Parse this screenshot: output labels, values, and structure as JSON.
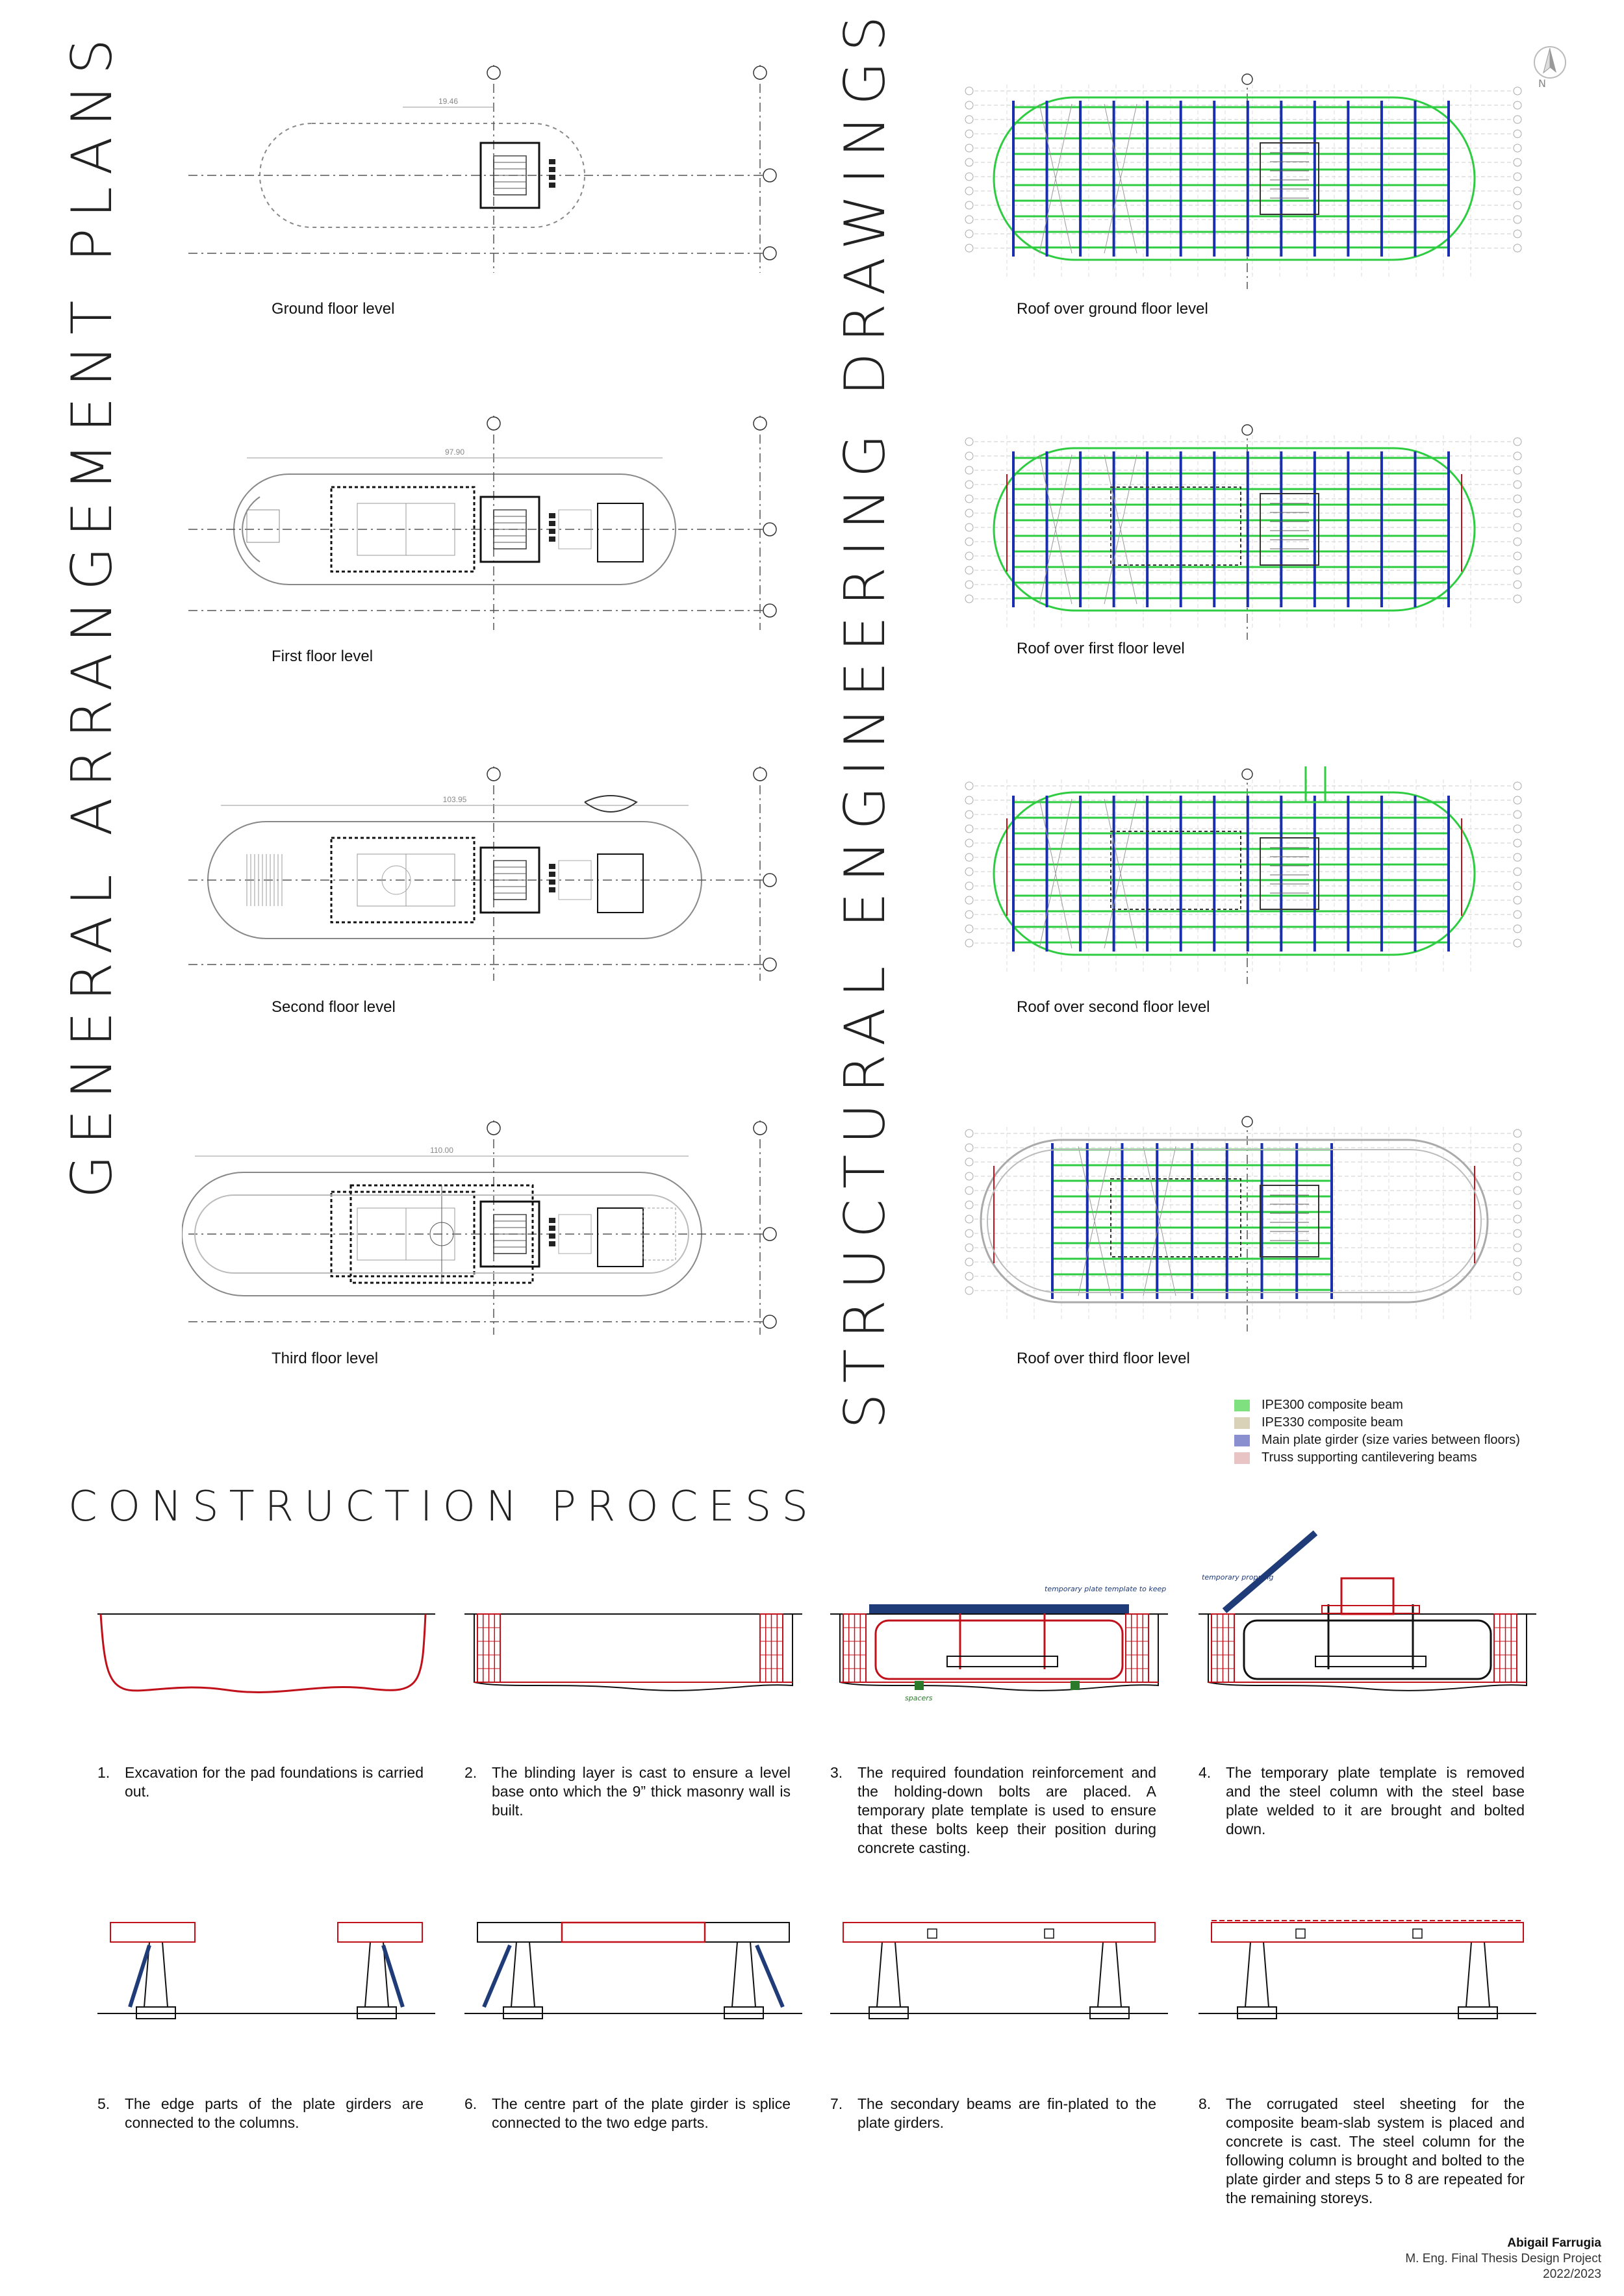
{
  "titles": {
    "general": "GENERAL ARRANGEMENT PLANS",
    "structural": "STRUCTURAL ENGINEERING DRAWINGS",
    "construction": "CONSTRUCTION PROCESS"
  },
  "compass": {
    "label": "N"
  },
  "ga_plans": [
    {
      "caption": "Ground floor level",
      "dimension": "19.46"
    },
    {
      "caption": "First floor level",
      "dimension": "97.90"
    },
    {
      "caption": "Second floor level",
      "dimension": "103.95"
    },
    {
      "caption": "Third floor level",
      "dimension": "110.00"
    }
  ],
  "se_plans": [
    {
      "caption": "Roof over ground floor level"
    },
    {
      "caption": "Roof over first floor level"
    },
    {
      "caption": "Roof over second floor level"
    },
    {
      "caption": "Roof over third floor level"
    }
  ],
  "legend": [
    {
      "label": "IPE300 composite beam",
      "color": "#7fe07f"
    },
    {
      "label": "IPE330 composite beam",
      "color": "#d9d2b8"
    },
    {
      "label": "Main plate girder (size varies between floors)",
      "color": "#8a8fd0"
    },
    {
      "label": "Truss supporting cantilevering beams",
      "color": "#e8c4c4"
    }
  ],
  "colors": {
    "green": "#2ecc40",
    "blue": "#1a2fb0",
    "red": "#c0101a",
    "navy": "#1f3b78",
    "grey": "#9a9a9a"
  },
  "annotations": {
    "template": "temporary plate template to keep holding-down bolts in place",
    "spacers": "spacers",
    "propping": "temporary propping"
  },
  "steps": [
    {
      "num": "1.",
      "text": "Excavation for the pad foundations is carried out."
    },
    {
      "num": "2.",
      "text": "The blinding layer is cast to ensure a level base onto which the 9” thick masonry wall is built."
    },
    {
      "num": "3.",
      "text": "The required foundation reinforcement and the holding-down bolts are placed. A temporary plate template is used to ensure that these bolts keep their position during concrete casting."
    },
    {
      "num": "4.",
      "text": "The temporary plate template is removed and the steel column with the steel base plate welded to it are brought and bolted down."
    },
    {
      "num": "5.",
      "text": "The edge parts of the plate girders are connected to the columns."
    },
    {
      "num": "6.",
      "text": "The centre part of the plate girder is splice connected to the two edge parts."
    },
    {
      "num": "7.",
      "text": "The secondary beams are fin-plated to the plate girders."
    },
    {
      "num": "8.",
      "text": "The corrugated steel sheeting for the composite beam-slab system is placed and concrete is cast. The steel column for the following column is brought and bolted to the plate girder and steps 5 to 8 are repeated for the remaining storeys."
    }
  ],
  "author": {
    "name": "Abigail Farrugia",
    "project": "M. Eng. Final Thesis Design Project",
    "year": "2022/2023"
  }
}
